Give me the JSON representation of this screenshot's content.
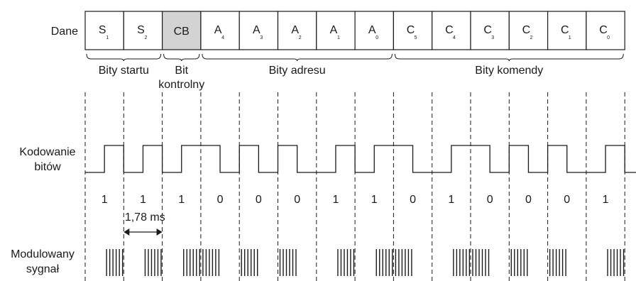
{
  "labels": {
    "data_row": "Dane",
    "bit_coding": "Kodowanie\nbitów",
    "modulated": "Modulowany\nsygnał",
    "timing": "1,78 ms"
  },
  "cells": [
    {
      "main": "S",
      "sub": "1",
      "shaded": false
    },
    {
      "main": "S",
      "sub": "2",
      "shaded": false
    },
    {
      "main": "CB",
      "sub": "",
      "shaded": true
    },
    {
      "main": "A",
      "sub": "4",
      "shaded": false
    },
    {
      "main": "A",
      "sub": "3",
      "shaded": false
    },
    {
      "main": "A",
      "sub": "2",
      "shaded": false
    },
    {
      "main": "A",
      "sub": "1",
      "shaded": false
    },
    {
      "main": "A",
      "sub": "0",
      "shaded": false
    },
    {
      "main": "C",
      "sub": "5",
      "shaded": false
    },
    {
      "main": "C",
      "sub": "4",
      "shaded": false
    },
    {
      "main": "C",
      "sub": "3",
      "shaded": false
    },
    {
      "main": "C",
      "sub": "2",
      "shaded": false
    },
    {
      "main": "C",
      "sub": "1",
      "shaded": false
    },
    {
      "main": "C",
      "sub": "0",
      "shaded": false
    }
  ],
  "groups": [
    {
      "label": "Bity startu",
      "from": 0,
      "to": 1
    },
    {
      "label": "Bit\nkontrolny",
      "from": 2,
      "to": 2
    },
    {
      "label": "Bity adresu",
      "from": 3,
      "to": 7
    },
    {
      "label": "Bity komendy",
      "from": 8,
      "to": 13
    }
  ],
  "bit_values": [
    "1",
    "1",
    "1",
    "0",
    "0",
    "0",
    "1",
    "1",
    "0",
    "1",
    "0",
    "0",
    "0",
    "1"
  ],
  "colors": {
    "shaded_cell": "#d3d3d3",
    "line": "#1a1a1a"
  }
}
